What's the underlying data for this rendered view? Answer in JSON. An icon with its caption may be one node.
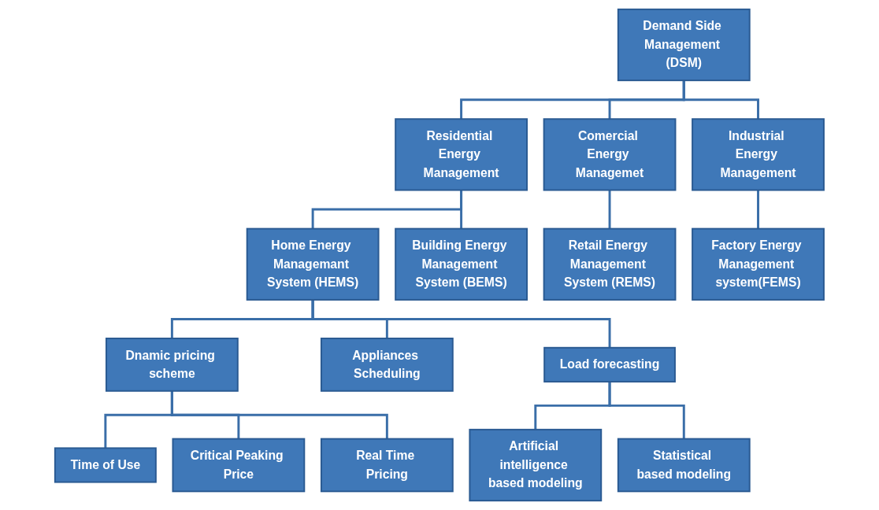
{
  "diagram": {
    "nodes": [
      {
        "text": [
          "Demand Side Management (DSM)"
        ]
      },
      {
        "text": [
          "Residential Energy Management"
        ]
      },
      {
        "text": [
          "Comercial Energy Managemet"
        ]
      },
      {
        "text": [
          "Industrial Energy Management"
        ]
      },
      {
        "text": [
          "Home Energy Managemant System (HEMS)"
        ]
      },
      {
        "text": [
          "Building Energy Management System (BEMS)"
        ]
      },
      {
        "text": [
          "Retail Energy Management System (REMS)"
        ]
      },
      {
        "text": [
          "Factory Energy Management system(FEMS)"
        ]
      },
      {
        "text": [
          "Dnamic pricing scheme"
        ]
      },
      {
        "text": [
          "Appliances Scheduling"
        ]
      },
      {
        "text": [
          "Load forecasting"
        ]
      },
      {
        "text": [
          "Time of Use"
        ]
      },
      {
        "text": [
          "Critical Peaking Price"
        ]
      },
      {
        "text": [
          "Real Time Pricing"
        ]
      },
      {
        "text": [
          "Artificial intelligence based modeling"
        ]
      },
      {
        "text": [
          "Statistical based modeling"
        ]
      }
    ],
    "edges": [
      {
        "from": 0,
        "to": 1,
        "arrow": "none"
      },
      {
        "from": 0,
        "to": 2,
        "arrow": "none"
      },
      {
        "from": 0,
        "to": 3,
        "arrow": "none"
      },
      {
        "from": 1,
        "to": 4,
        "arrow": "none"
      },
      {
        "from": 1,
        "to": 5,
        "arrow": "none"
      },
      {
        "from": 2,
        "to": 6,
        "arrow": "none"
      },
      {
        "from": 3,
        "to": 7,
        "arrow": "none"
      },
      {
        "from": 4,
        "to": 8,
        "arrow": "none"
      },
      {
        "from": 4,
        "to": 9,
        "arrow": "none"
      },
      {
        "from": 4,
        "to": 10,
        "arrow": "none"
      },
      {
        "from": 8,
        "to": 11,
        "arrow": "none"
      },
      {
        "from": 8,
        "to": 12,
        "arrow": "none"
      },
      {
        "from": 8,
        "to": 13,
        "arrow": "none"
      },
      {
        "from": 10,
        "to": 14,
        "arrow": "none"
      },
      {
        "from": 10,
        "to": 15,
        "arrow": "none"
      }
    ]
  }
}
